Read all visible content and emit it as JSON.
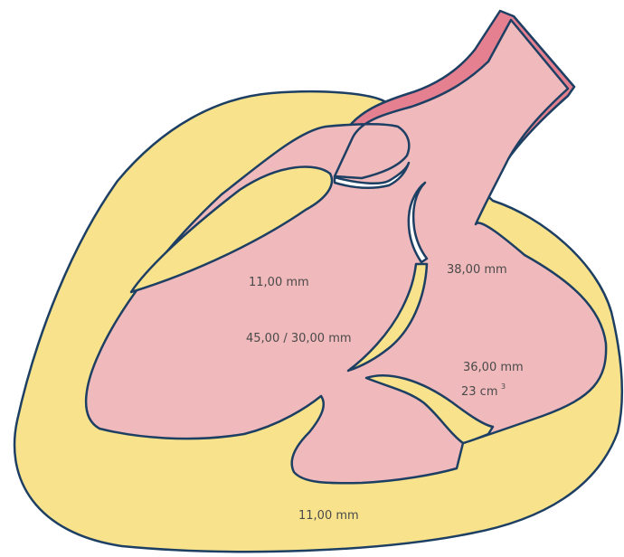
{
  "colors": {
    "outline": "#1d3f63",
    "myocardium": "#f8e38c",
    "cavity": "#f0b9bb",
    "aorta_wall": "#e4808f",
    "valve": "#ffffff",
    "text": "#4a4a4a",
    "background": "#ffffff"
  },
  "labels": {
    "septum_thickness": "11,00 mm",
    "aortic_root": "38,00 mm",
    "lv_diameters": "45,00 / 30,00 mm",
    "la_diameter": "36,00 mm",
    "la_volume": "23 cm",
    "la_volume_exponent": "3",
    "posterior_wall_thickness": "11,00 mm"
  }
}
